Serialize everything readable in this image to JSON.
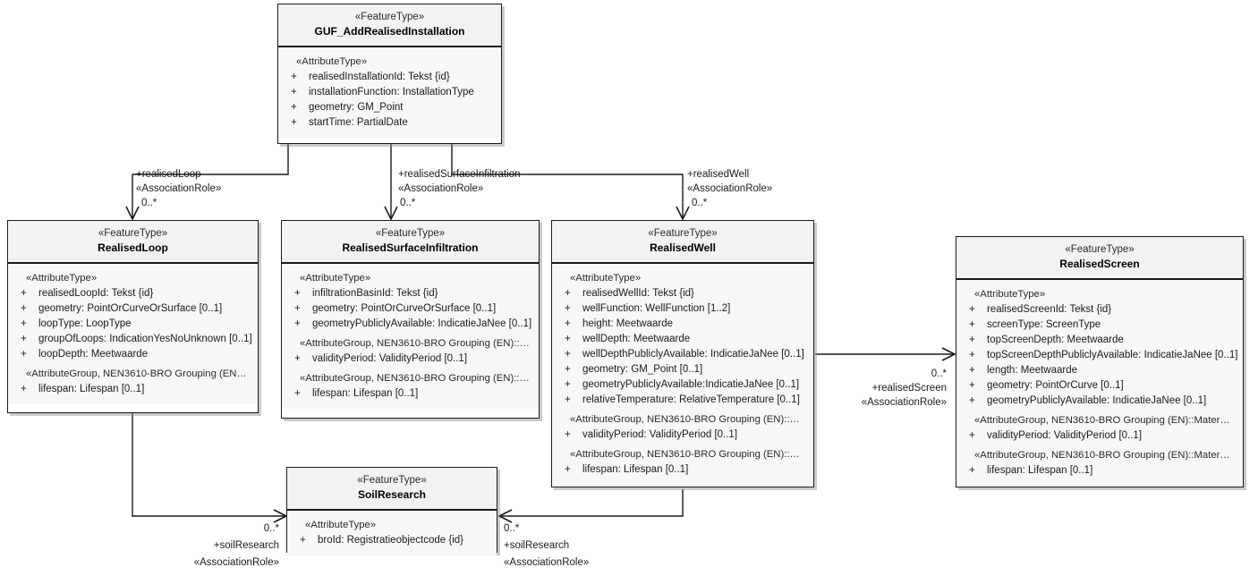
{
  "diagram": {
    "type": "uml-class-diagram",
    "title": "GUF_AddRealisedInstallation UML class diagram"
  },
  "classes": [
    {
      "id": "guf",
      "stereotype": "«FeatureType»",
      "name": "GUF_AddRealisedInstallation",
      "compartments": [
        {
          "group": "«AttributeType»",
          "attributes": [
            {
              "visibility": "+",
              "text": "realisedInstallationId: Tekst {id}"
            },
            {
              "visibility": "+",
              "text": "installationFunction: InstallationType"
            },
            {
              "visibility": "+",
              "text": "geometry: GM_Point"
            },
            {
              "visibility": "+",
              "text": "startTime: PartialDate"
            }
          ]
        }
      ]
    },
    {
      "id": "loop",
      "stereotype": "«FeatureType»",
      "name": "RealisedLoop",
      "compartments": [
        {
          "group": "«AttributeType»",
          "attributes": [
            {
              "visibility": "+",
              "text": "realisedLoopId: Tekst {id}"
            },
            {
              "visibility": "+",
              "text": "geometry: PointOrCurveOrSurface [0..1]"
            },
            {
              "visibility": "+",
              "text": "loopType: LoopType"
            },
            {
              "visibility": "+",
              "text": "groupOfLoops: IndicationYesNoUnknown [0..1]"
            },
            {
              "visibility": "+",
              "text": "loopDepth: Meetwaarde"
            }
          ]
        },
        {
          "group": "«AttributeGroup, NEN3610-BRO Grouping (EN…",
          "attributes": [
            {
              "visibility": "+",
              "text": "lifespan: Lifespan [0..1]"
            }
          ]
        }
      ]
    },
    {
      "id": "surface",
      "stereotype": "«FeatureType»",
      "name": "RealisedSurfaceInfiltration",
      "compartments": [
        {
          "group": "«AttributeType»",
          "attributes": [
            {
              "visibility": "+",
              "text": "infiltrationBasinId: Tekst {id}"
            },
            {
              "visibility": "+",
              "text": "geometry: PointOrCurveOrSurface [0..1]"
            },
            {
              "visibility": "+",
              "text": "geometryPubliclyAvailable: IndicatieJaNee [0..1]"
            }
          ]
        },
        {
          "group": "«AttributeGroup, NEN3610-BRO Grouping (EN)::…",
          "attributes": [
            {
              "visibility": "+",
              "text": "validityPeriod: ValidityPeriod [0..1]"
            }
          ]
        },
        {
          "group": "«AttributeGroup, NEN3610-BRO Grouping (EN)::…",
          "attributes": [
            {
              "visibility": "+",
              "text": "lifespan: Lifespan [0..1]"
            }
          ]
        }
      ]
    },
    {
      "id": "well",
      "stereotype": "«FeatureType»",
      "name": "RealisedWell",
      "compartments": [
        {
          "group": "«AttributeType»",
          "attributes": [
            {
              "visibility": "+",
              "text": "realisedWellId: Tekst {id}"
            },
            {
              "visibility": "+",
              "text": "wellFunction: WellFunction [1..2]"
            },
            {
              "visibility": "+",
              "text": "height: Meetwaarde"
            },
            {
              "visibility": "+",
              "text": "wellDepth: Meetwaarde"
            },
            {
              "visibility": "+",
              "text": "wellDepthPubliclyAvailable: IndicatieJaNee [0..1]"
            },
            {
              "visibility": "+",
              "text": "geometry: GM_Point [0..1]"
            },
            {
              "visibility": "+",
              "text": "geometryPubliclyAvailable:IndicatieJaNee [0..1]"
            },
            {
              "visibility": "+",
              "text": "relativeTemperature: RelativeTemperature [0..1]"
            }
          ]
        },
        {
          "group": "«AttributeGroup, NEN3610-BRO Grouping (EN)::…",
          "attributes": [
            {
              "visibility": "+",
              "text": "validityPeriod: ValidityPeriod [0..1]"
            }
          ]
        },
        {
          "group": "«AttributeGroup, NEN3610-BRO Grouping (EN)::…",
          "attributes": [
            {
              "visibility": "+",
              "text": "lifespan: Lifespan [0..1]"
            }
          ]
        }
      ]
    },
    {
      "id": "screen",
      "stereotype": "«FeatureType»",
      "name": "RealisedScreen",
      "compartments": [
        {
          "group": "«AttributeType»",
          "attributes": [
            {
              "visibility": "+",
              "text": "realisedScreenId: Tekst {id}"
            },
            {
              "visibility": "+",
              "text": "screenType: ScreenType"
            },
            {
              "visibility": "+",
              "text": "topScreenDepth: Meetwaarde"
            },
            {
              "visibility": "+",
              "text": "topScreenDepthPubliclyAvailable: IndicatieJaNee [0..1]"
            },
            {
              "visibility": "+",
              "text": "length: Meetwaarde"
            },
            {
              "visibility": "+",
              "text": "geometry: PointOrCurve [0..1]"
            },
            {
              "visibility": "+",
              "text": "geometryPubliclyAvailable: IndicatieJaNee [0..1]"
            }
          ]
        },
        {
          "group": "«AttributeGroup, NEN3610-BRO Grouping (EN)::Mater…",
          "attributes": [
            {
              "visibility": "+",
              "text": "validityPeriod: ValidityPeriod [0..1]"
            }
          ]
        },
        {
          "group": "«AttributeGroup, NEN3610-BRO Grouping (EN)::Mater…",
          "attributes": [
            {
              "visibility": "+",
              "text": "lifespan: Lifespan [0..1]"
            }
          ]
        }
      ]
    },
    {
      "id": "soil",
      "stereotype": "«FeatureType»",
      "name": "SoilResearch",
      "compartments": [
        {
          "group": "«AttributeType»",
          "attributes": [
            {
              "visibility": "+",
              "text": "broId: Registratieobjectcode {id}"
            }
          ]
        }
      ]
    }
  ],
  "associations": [
    {
      "id": "assoc-realised-loop",
      "role": "+realisedLoop",
      "stereotype": "«AssociationRole»",
      "multiplicity": "0..*"
    },
    {
      "id": "assoc-realised-surface-infiltration",
      "role": "+realisedSurfaceInfiltration",
      "stereotype": "«AssociationRole»",
      "multiplicity": "0..*"
    },
    {
      "id": "assoc-realised-well",
      "role": "+realisedWell",
      "stereotype": "«AssociationRole»",
      "multiplicity": "0..*"
    },
    {
      "id": "assoc-realised-screen",
      "role": "+realisedScreen",
      "stereotype": "«AssociationRole»",
      "multiplicity": "0..*"
    },
    {
      "id": "assoc-soil-research-loop",
      "role": "+soilResearch",
      "stereotype": "«AssociationRole»",
      "multiplicity": "0..*"
    },
    {
      "id": "assoc-soil-research-well",
      "role": "+soilResearch",
      "stereotype": "«AssociationRole»",
      "multiplicity": "0..*"
    }
  ],
  "colors": {
    "line": "#1a1a1a",
    "header_fill": "#f2f2f2",
    "body_fill": "#f7f7f7",
    "background": "#ffffff"
  }
}
